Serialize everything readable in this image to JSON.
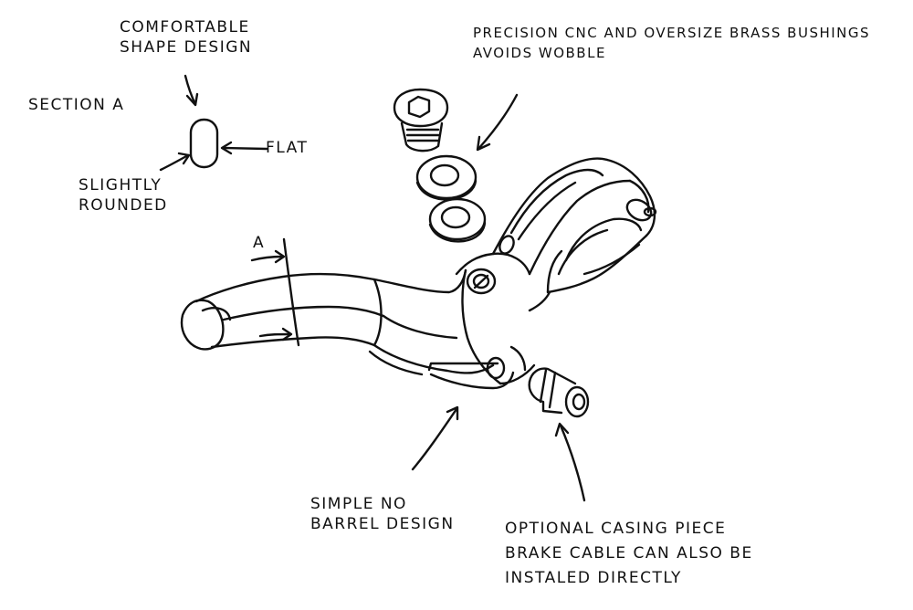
{
  "labels": {
    "comfortable": [
      "COMFORTABLE",
      "SHAPE DESIGN"
    ],
    "section_a": "SECTION A",
    "flat": "FLAT",
    "slightly_rounded": [
      "SLIGHTLY",
      "ROUNDED"
    ],
    "section_marker": "A",
    "precision": [
      "PRECISION CNC  AND OVERSIZE BRASS BUSHINGS",
      "AVOIDS WOBBLE"
    ],
    "simple_no_barrel": [
      "SIMPLE NO",
      "BARREL DESIGN"
    ],
    "optional_casing": [
      "OPTIONAL CASING PIECE",
      "BRAKE CABLE CAN ALSO BE",
      "INSTALED DIRECTLY"
    ]
  }
}
